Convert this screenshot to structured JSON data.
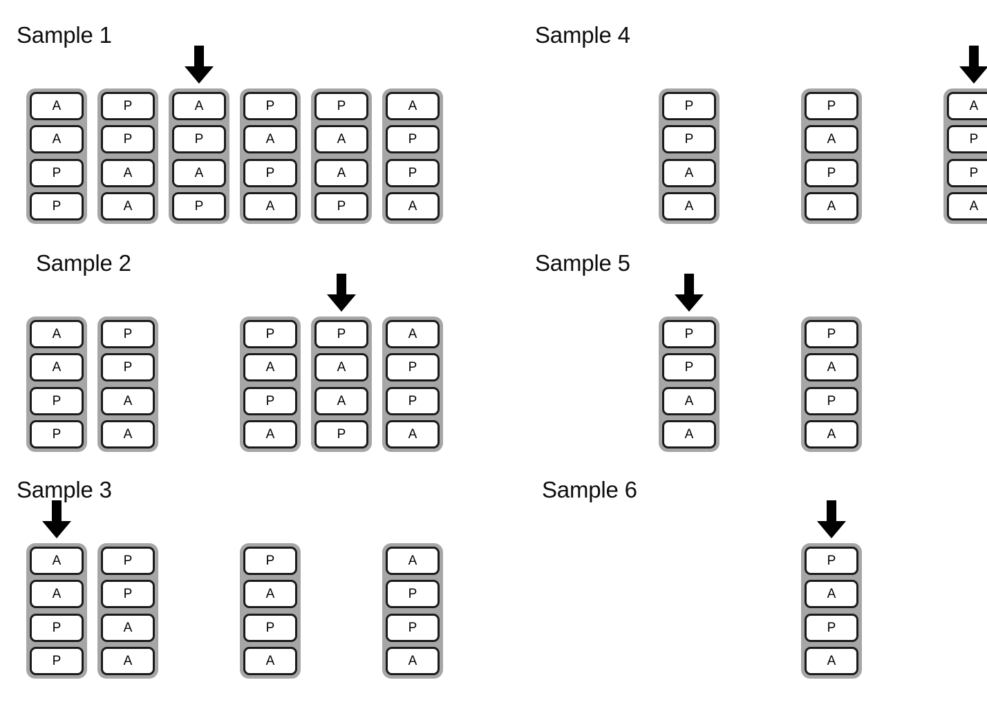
{
  "colors": {
    "stack_background": "#a6a6a6",
    "cell_background": "#ffffff",
    "cell_border": "#1a1a1a",
    "arrow": "#000000",
    "page_background": "#ffffff",
    "text": "#000000"
  },
  "legend": {
    "cell_values": [
      "A",
      "P"
    ],
    "arrow_icon": "down-arrow-icon"
  },
  "samples": [
    {
      "id": "sample-1",
      "title": "Sample 1",
      "column_count": 6,
      "arrow_column": 3,
      "columns": [
        {
          "position": 1,
          "present": true,
          "cells": [
            "A",
            "A",
            "P",
            "P"
          ]
        },
        {
          "position": 2,
          "present": true,
          "cells": [
            "P",
            "P",
            "A",
            "A"
          ]
        },
        {
          "position": 3,
          "present": true,
          "cells": [
            "A",
            "P",
            "A",
            "P"
          ]
        },
        {
          "position": 4,
          "present": true,
          "cells": [
            "P",
            "A",
            "P",
            "A"
          ]
        },
        {
          "position": 5,
          "present": true,
          "cells": [
            "P",
            "A",
            "A",
            "P"
          ]
        },
        {
          "position": 6,
          "present": true,
          "cells": [
            "A",
            "P",
            "P",
            "A"
          ]
        }
      ]
    },
    {
      "id": "sample-2",
      "title": "Sample 2",
      "column_count": 6,
      "arrow_column": 5,
      "columns": [
        {
          "position": 1,
          "present": true,
          "cells": [
            "A",
            "A",
            "P",
            "P"
          ]
        },
        {
          "position": 2,
          "present": true,
          "cells": [
            "P",
            "P",
            "A",
            "A"
          ]
        },
        {
          "position": 3,
          "present": false,
          "cells": []
        },
        {
          "position": 4,
          "present": true,
          "cells": [
            "P",
            "A",
            "P",
            "A"
          ]
        },
        {
          "position": 5,
          "present": true,
          "cells": [
            "P",
            "A",
            "A",
            "P"
          ]
        },
        {
          "position": 6,
          "present": true,
          "cells": [
            "A",
            "P",
            "P",
            "A"
          ]
        }
      ]
    },
    {
      "id": "sample-3",
      "title": "Sample 3",
      "column_count": 6,
      "arrow_column": 1,
      "columns": [
        {
          "position": 1,
          "present": true,
          "cells": [
            "A",
            "A",
            "P",
            "P"
          ]
        },
        {
          "position": 2,
          "present": true,
          "cells": [
            "P",
            "P",
            "A",
            "A"
          ]
        },
        {
          "position": 3,
          "present": false,
          "cells": []
        },
        {
          "position": 4,
          "present": true,
          "cells": [
            "P",
            "A",
            "P",
            "A"
          ]
        },
        {
          "position": 5,
          "present": false,
          "cells": []
        },
        {
          "position": 6,
          "present": true,
          "cells": [
            "A",
            "P",
            "P",
            "A"
          ]
        }
      ]
    },
    {
      "id": "sample-4",
      "title": "Sample 4",
      "column_count": 6,
      "arrow_column": 6,
      "columns": [
        {
          "position": 1,
          "present": false,
          "cells": []
        },
        {
          "position": 2,
          "present": true,
          "cells": [
            "P",
            "P",
            "A",
            "A"
          ]
        },
        {
          "position": 3,
          "present": false,
          "cells": []
        },
        {
          "position": 4,
          "present": true,
          "cells": [
            "P",
            "A",
            "P",
            "A"
          ]
        },
        {
          "position": 5,
          "present": false,
          "cells": []
        },
        {
          "position": 6,
          "present": true,
          "cells": [
            "A",
            "P",
            "P",
            "A"
          ]
        }
      ]
    },
    {
      "id": "sample-5",
      "title": "Sample 5",
      "column_count": 6,
      "arrow_column": 2,
      "columns": [
        {
          "position": 1,
          "present": false,
          "cells": []
        },
        {
          "position": 2,
          "present": true,
          "cells": [
            "P",
            "P",
            "A",
            "A"
          ]
        },
        {
          "position": 3,
          "present": false,
          "cells": []
        },
        {
          "position": 4,
          "present": true,
          "cells": [
            "P",
            "A",
            "P",
            "A"
          ]
        },
        {
          "position": 5,
          "present": false,
          "cells": []
        },
        {
          "position": 6,
          "present": false,
          "cells": []
        }
      ]
    },
    {
      "id": "sample-6",
      "title": "Sample 6",
      "column_count": 6,
      "arrow_column": 4,
      "columns": [
        {
          "position": 1,
          "present": false,
          "cells": []
        },
        {
          "position": 2,
          "present": false,
          "cells": []
        },
        {
          "position": 3,
          "present": false,
          "cells": []
        },
        {
          "position": 4,
          "present": true,
          "cells": [
            "P",
            "A",
            "P",
            "A"
          ]
        },
        {
          "position": 5,
          "present": false,
          "cells": []
        },
        {
          "position": 6,
          "present": false,
          "cells": []
        }
      ]
    }
  ]
}
